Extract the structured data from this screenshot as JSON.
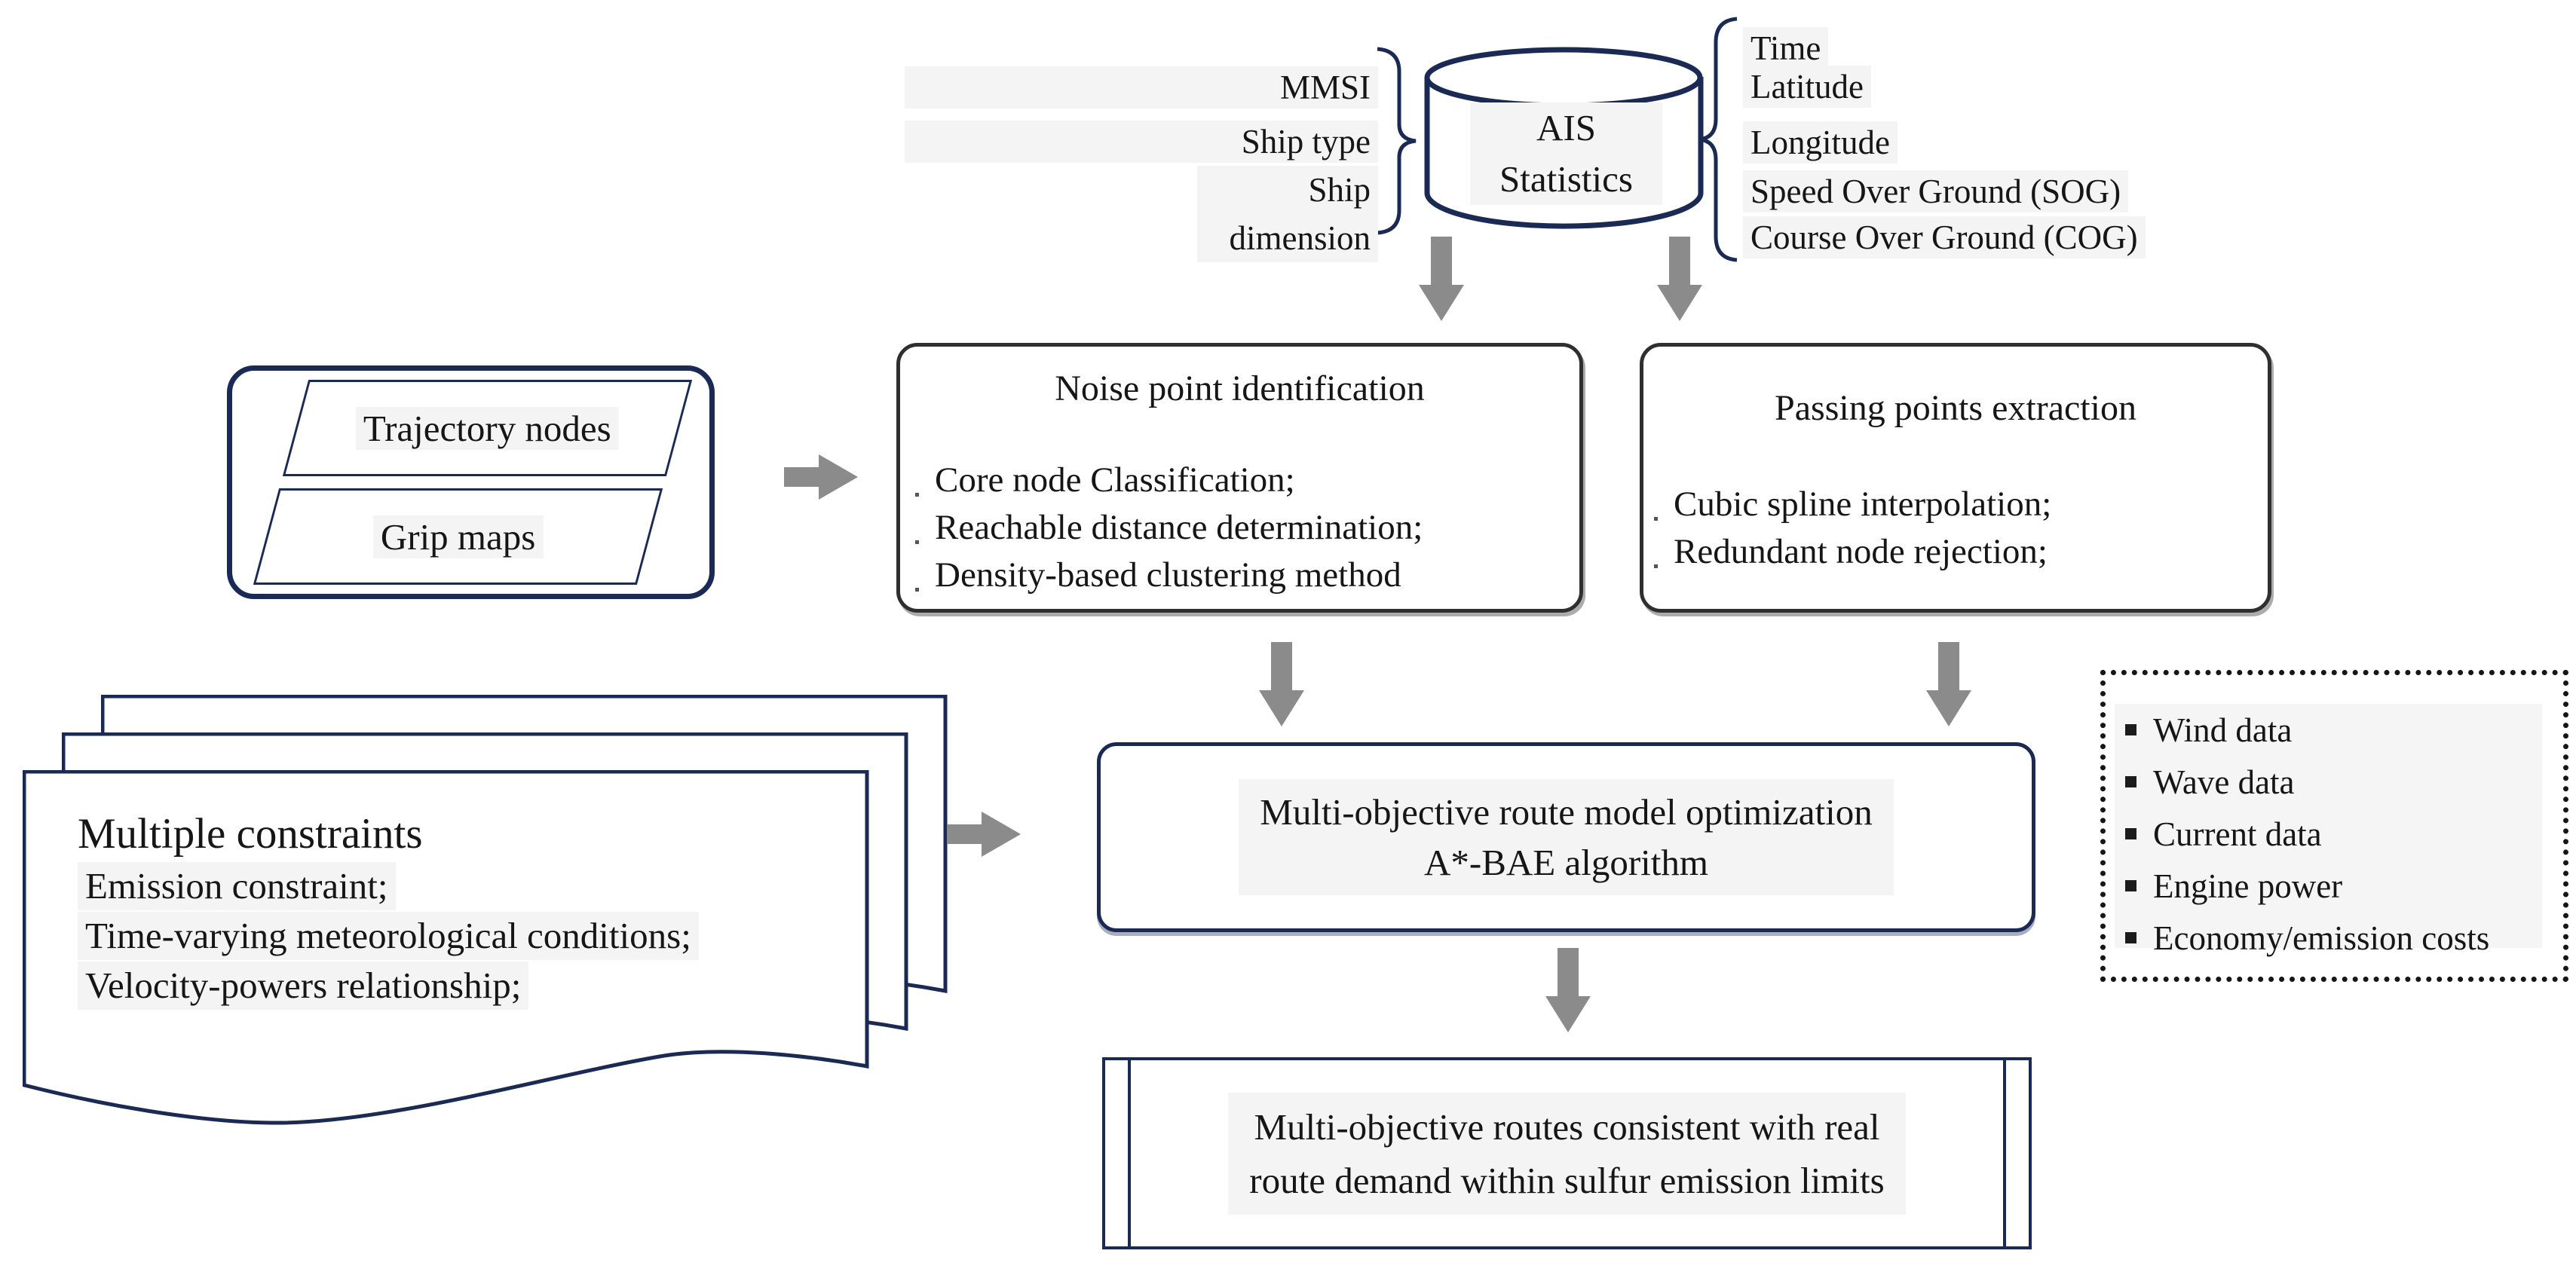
{
  "figure": {
    "database": {
      "name_line1": "AIS",
      "name_line2": "Statistics",
      "left_fields": [
        "MMSI",
        "Ship type",
        "Ship dimension"
      ],
      "right_fields": [
        "Time",
        "Latitude",
        "Longitude",
        "Speed Over Ground (SOG)",
        "Course Over Ground (COG)"
      ]
    },
    "input_box": {
      "items": [
        "Trajectory nodes",
        "Grip maps"
      ]
    },
    "noise_box": {
      "title": "Noise point identification",
      "items": [
        "Core node Classification;",
        "Reachable distance determination;",
        "Density-based clustering method"
      ]
    },
    "passing_box": {
      "title": "Passing points extraction",
      "items": [
        "Cubic spline interpolation;",
        "Redundant node rejection;"
      ]
    },
    "constraints_doc": {
      "title": "Multiple constraints",
      "items": [
        "Emission constraint;",
        "Time-varying meteorological conditions;",
        "Velocity-powers relationship;"
      ]
    },
    "optimization_box": {
      "line1": "Multi-objective  route model optimization",
      "line2": "A*-BAE algorithm"
    },
    "environment_box": {
      "items": [
        "Wind data",
        "Wave data",
        "Current data",
        "Engine power",
        "Economy/emission costs"
      ]
    },
    "output_box": {
      "line1": "Multi-objective routes consistent with real",
      "line2": "route demand within sulfur emission limits"
    },
    "colors": {
      "navy": "#1b2a55",
      "dark_box_border": "#2f2f2f",
      "arrow_gray": "#8b8b8b",
      "text": "#161616",
      "highlight": "#f4f4f4"
    }
  }
}
